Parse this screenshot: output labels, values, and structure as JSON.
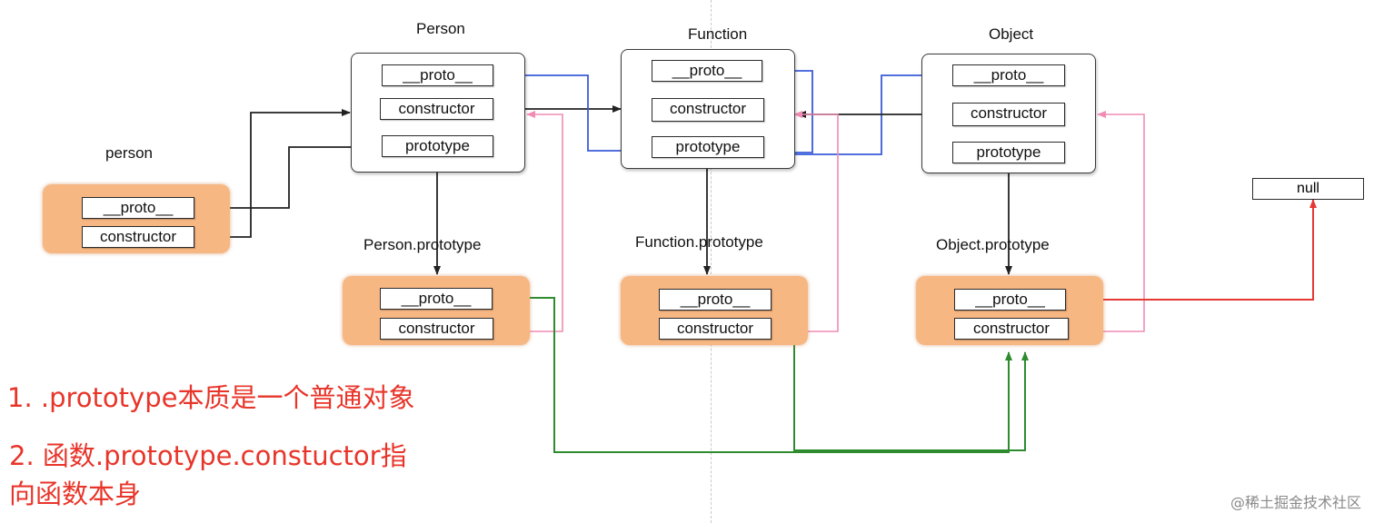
{
  "labels": {
    "person_func": "Person",
    "function_func": "Function",
    "object_func": "Object",
    "person_instance": "person",
    "person_prototype": "Person.prototype",
    "function_prototype": "Function.prototype",
    "object_prototype": "Object.prototype"
  },
  "fields": {
    "proto": "__proto__",
    "constructor": "constructor",
    "prototype": "prototype"
  },
  "null_label": "null",
  "notes": {
    "line1": "1. .prototype本质是一个普通对象",
    "line2a": "2. 函数.prototype.constuctor指",
    "line2b": "向函数本身"
  },
  "watermark": "@稀土掘金技术社区",
  "colors": {
    "dark_arrow": "#222222",
    "blue_arrow": "#3a5bd9",
    "pink_arrow": "#f08cb5",
    "green_arrow": "#2e8b2e",
    "red_arrow": "#e53935",
    "orange_box": "#f7b783",
    "note_text": "#e8352a"
  }
}
